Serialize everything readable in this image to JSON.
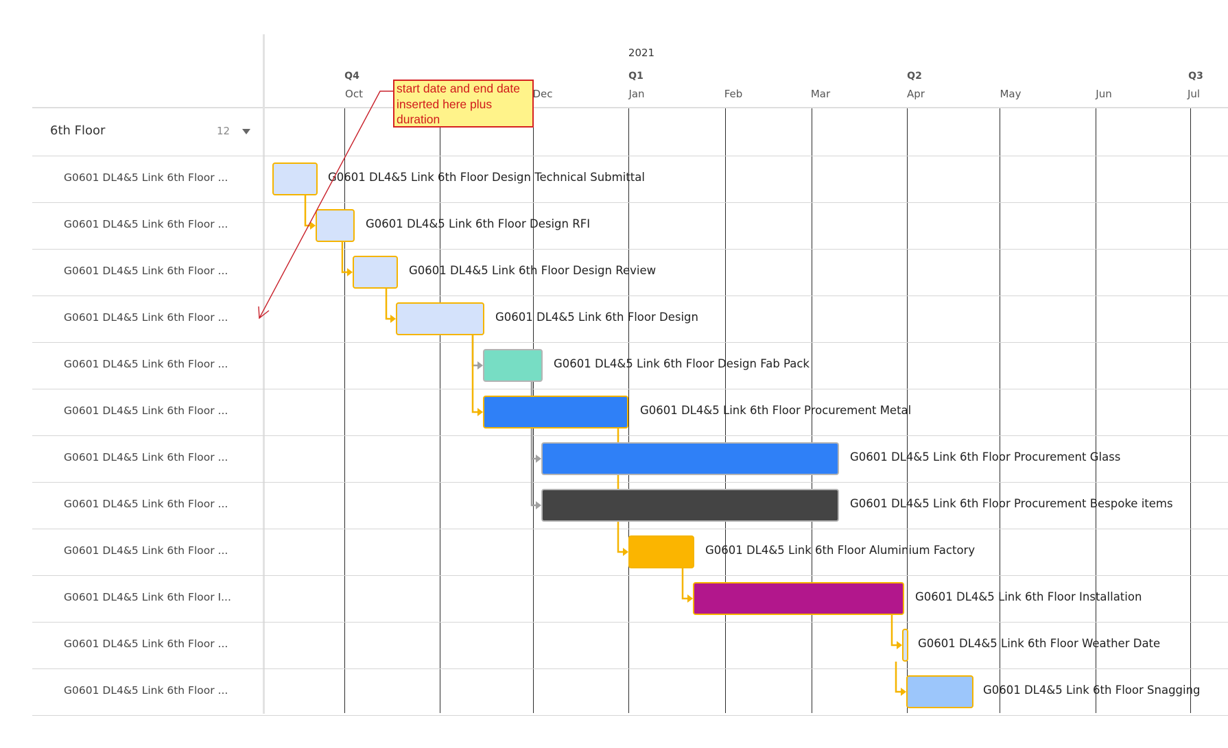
{
  "timeline": {
    "year": "2021",
    "quarters": [
      {
        "label": "Q4"
      },
      {
        "label": "Q1"
      },
      {
        "label": "Q2"
      },
      {
        "label": "Q3"
      }
    ],
    "months": [
      {
        "label": "Oct"
      },
      {
        "label": "Dec"
      },
      {
        "label": "Jan"
      },
      {
        "label": "Feb"
      },
      {
        "label": "Mar"
      },
      {
        "label": "Apr"
      },
      {
        "label": "May"
      },
      {
        "label": "Jun"
      },
      {
        "label": "Jul"
      }
    ]
  },
  "group": {
    "label": "6th Floor",
    "count": "12"
  },
  "annotation": {
    "text": "start date and end date inserted here plus duration",
    "background": "#fff38a",
    "border_color": "#d62222",
    "text_color": "#d01b1b"
  },
  "colors": {
    "critical_border": "#f5b400",
    "normal_border": "#b4b4b4",
    "critical_connector": "#f5b400",
    "normal_connector": "#a0a0a0"
  },
  "tasks": [
    {
      "row_label": "G0601 DL4&5 Link 6th Floor ...",
      "name": "G0601 DL4&5 Link 6th Floor Design Technical Submittal",
      "color": "#d4e2fb",
      "critical": true
    },
    {
      "row_label": "G0601 DL4&5 Link 6th Floor ...",
      "name": "G0601 DL4&5 Link 6th Floor Design RFI",
      "color": "#d4e2fb",
      "critical": true
    },
    {
      "row_label": "G0601 DL4&5 Link 6th Floor ...",
      "name": "G0601 DL4&5 Link 6th Floor Design Review",
      "color": "#d4e2fb",
      "critical": true
    },
    {
      "row_label": "G0601 DL4&5 Link 6th Floor ...",
      "name": "G0601 DL4&5 Link 6th Floor Design",
      "color": "#d4e2fb",
      "critical": true
    },
    {
      "row_label": "G0601 DL4&5 Link 6th Floor ...",
      "name": "G0601 DL4&5 Link 6th Floor Design Fab Pack",
      "color": "#77ddc4",
      "critical": false
    },
    {
      "row_label": "G0601 DL4&5 Link 6th Floor ...",
      "name": "G0601 DL4&5 Link 6th Floor Procurement Metal",
      "color": "#2f80f7",
      "critical": true
    },
    {
      "row_label": "G0601 DL4&5 Link 6th Floor ...",
      "name": "G0601 DL4&5 Link 6th Floor Procurement Glass",
      "color": "#2f80f7",
      "critical": false
    },
    {
      "row_label": "G0601 DL4&5 Link 6th Floor ...",
      "name": "G0601 DL4&5 Link 6th Floor Procurement Bespoke items",
      "color": "#444444",
      "critical": false
    },
    {
      "row_label": "G0601 DL4&5 Link 6th Floor ...",
      "name": "G0601 DL4&5 Link 6th Floor Aluminium Factory",
      "color": "#fbb500",
      "critical": true
    },
    {
      "row_label": "G0601 DL4&5 Link 6th Floor I...",
      "name": "G0601 DL4&5 Link 6th Floor Installation",
      "color": "#b2178c",
      "critical": true
    },
    {
      "row_label": "G0601 DL4&5 Link 6th Floor ...",
      "name": "G0601 DL4&5 Link 6th Floor Weather Date",
      "color": "#d4e2fb",
      "critical": true
    },
    {
      "row_label": "G0601 DL4&5 Link 6th Floor ...",
      "name": "G0601 DL4&5 Link 6th Floor Snagging",
      "color": "#9cc6fb",
      "critical": true
    }
  ]
}
